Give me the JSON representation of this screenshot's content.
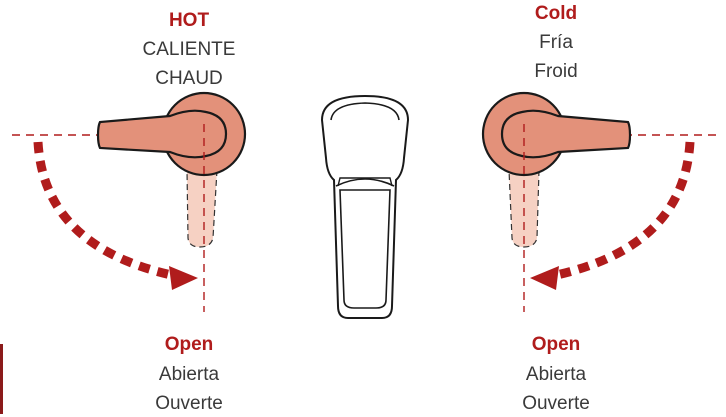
{
  "colors": {
    "accent": "#b01c1c",
    "handle_fill": "#e3917a",
    "handle_stroke": "#1a1a1a",
    "open_fill": "#f6d1c3",
    "text": "#3a3a3a"
  },
  "hot": {
    "title": "HOT",
    "line2": "CALIENTE",
    "line3": "CHAUD"
  },
  "cold": {
    "title": "Cold",
    "line2": "Fría",
    "line3": "Froid"
  },
  "open_left": {
    "title": "Open",
    "line2": "Abierta",
    "line3": "Ouverte"
  },
  "open_right": {
    "title": "Open",
    "line2": "Abierta",
    "line3": "Ouverte"
  },
  "icons": {
    "left": "hot-water-handle-icon",
    "right": "cold-water-handle-icon",
    "spout": "faucet-spout-icon"
  }
}
